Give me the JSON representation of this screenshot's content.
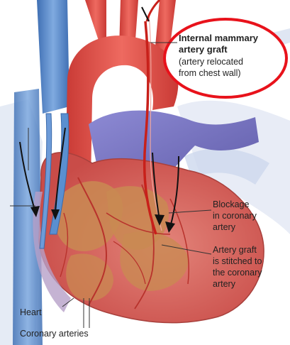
{
  "callout": {
    "title_line1": "Internal mammary",
    "title_line2": "artery graft",
    "note_line1": "(artery relocated",
    "note_line2": "from chest wall)"
  },
  "labels": {
    "blockage_line1": "Blockage",
    "blockage_line2": "in coronary",
    "blockage_line3": "artery",
    "graft_line1": "Artery graft",
    "graft_line2": "is stitched to",
    "graft_line3": "the coronary",
    "graft_line4": "artery",
    "heart": "Heart",
    "coronary_arteries": "Coronary arteries"
  },
  "colors": {
    "callout_ring": "#e8121b",
    "aorta": "#e0473f",
    "vein_blue": "#5a8fd0",
    "heart_body": "#d9605a",
    "heart_muscle": "#c97b4a",
    "pulmonary": "#7b77c4",
    "graft": "#c8201a"
  }
}
